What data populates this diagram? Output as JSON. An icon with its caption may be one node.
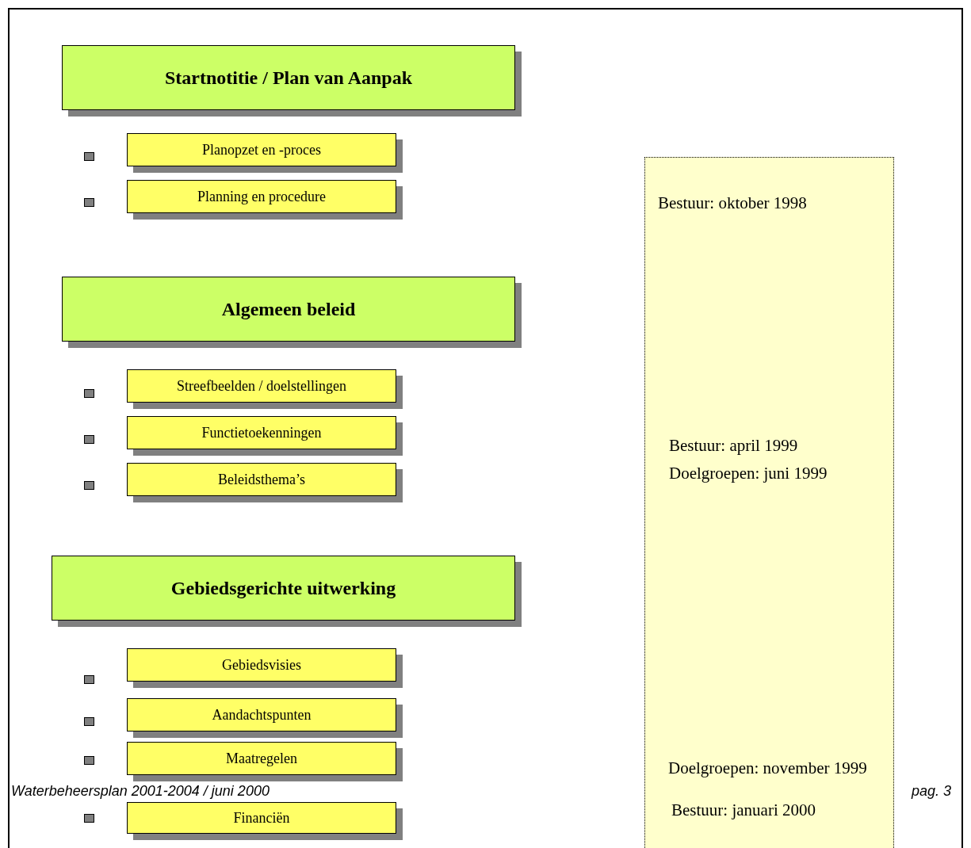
{
  "diagram": {
    "nodes": [
      {
        "text": [
          "Startnotitie / Plan van Aanpak"
        ]
      },
      {
        "text": [
          "Planopzet en -proces"
        ]
      },
      {
        "text": [
          "Planning en procedure"
        ]
      },
      {
        "text": [
          "Algemeen beleid"
        ]
      },
      {
        "text": [
          "Streefbeelden / doelstellingen"
        ]
      },
      {
        "text": [
          "Functietoekenningen"
        ]
      },
      {
        "text": [
          "Beleidsthema’s"
        ]
      },
      {
        "text": [
          "Gebiedsgerichte uitwerking"
        ]
      },
      {
        "text": [
          "Gebiedsvisies"
        ]
      },
      {
        "text": [
          "Aandachtspunten"
        ]
      },
      {
        "text": [
          "Maatregelen"
        ]
      },
      {
        "text": [
          "Financiën"
        ]
      },
      {
        "text": [
          "Bestuur:  oktober 1998",
          "Bestuur:  april 1999",
          "Doelgroepen: juni 1999",
          "Doelgroepen: november 1999",
          "Bestuur:  januari 2000"
        ]
      }
    ],
    "edges": [],
    "labels": [
      "Waterbeheersplan 2001-2004 / juni 2000",
      "pag. 3"
    ]
  }
}
